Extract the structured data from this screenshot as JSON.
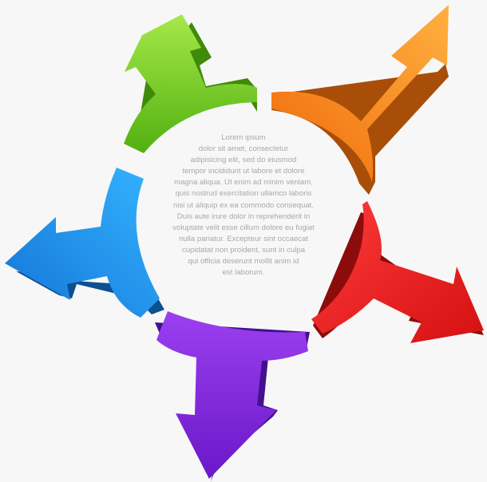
{
  "diagram": {
    "center_text": "Lorem ipsum\ndolor sit amet, consectetur\nadipisicing elit, sed do eiusmod\ntempor incididunt ut labore et dolore\nmagna aliqua. Ut enim ad minim veniam,\nquis nostrud exercitation ullamco laboris\nnisi ut aliquip ex ea commodo consequat.\nDuis aute irure dolor in reprehenderit in\nvoluptate velit esse cillum dolore eu fugiat\nnulla pariatur. Excepteur sint occaecat\ncupidatat non proident, sunt in culpa\nqui officia deserunt mollit anim id\nest laborum.",
    "arrows": [
      {
        "name": "green",
        "color": "#7ccd1c",
        "dark": "#4a8a0a"
      },
      {
        "name": "orange",
        "color": "#ff8a14",
        "dark": "#b8560a"
      },
      {
        "name": "red",
        "color": "#ee1f1f",
        "dark": "#9e0f0f"
      },
      {
        "name": "purple",
        "color": "#8a2be2",
        "dark": "#4e1590"
      },
      {
        "name": "blue",
        "color": "#1e90e8",
        "dark": "#0d5e9e"
      }
    ]
  }
}
